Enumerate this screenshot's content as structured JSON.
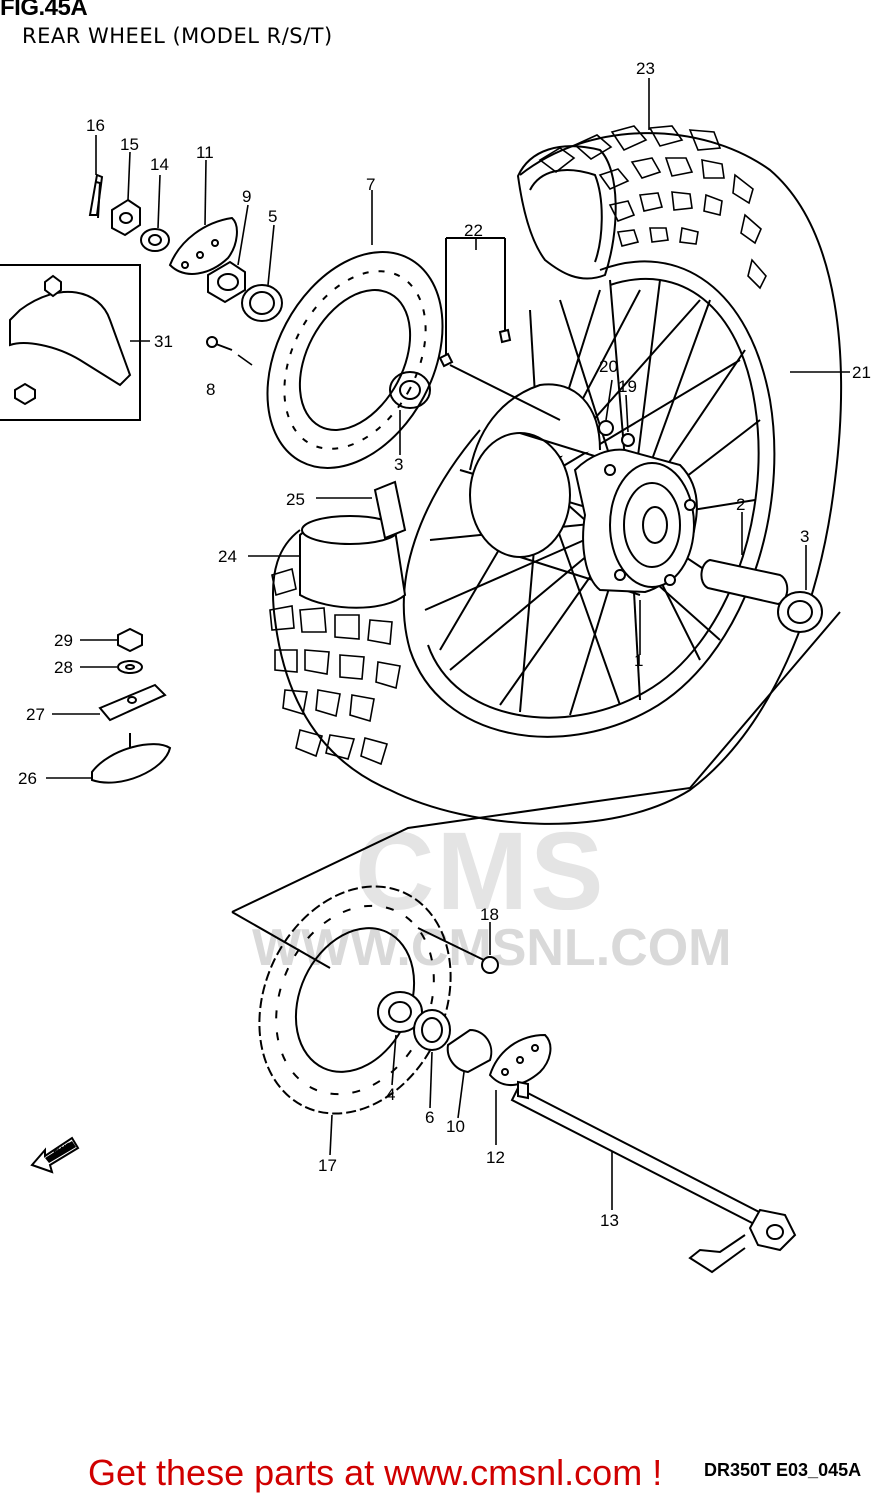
{
  "header": {
    "figure": "FIG.45A",
    "subtitle": "REAR WHEEL (MODEL R/S/T)"
  },
  "watermark": {
    "logo": "CMS",
    "url": "WWW.CMSNL.COM"
  },
  "fwd_icon": {
    "label": "FWD",
    "icon": "forward-arrow-icon"
  },
  "footer": {
    "link": "Get these parts at www.cmsnl.com !",
    "code": "DR350T E03_045A"
  },
  "colors": {
    "footer_link": "#d00000",
    "watermark": "#dcdcdc",
    "ink": "#000000"
  },
  "callouts": {
    "c1": "1",
    "c2": "2",
    "c3a": "3",
    "c3b": "3",
    "c4": "4",
    "c5": "5",
    "c6": "6",
    "c7": "7",
    "c8": "8",
    "c9": "9",
    "c10": "10",
    "c11": "11",
    "c12": "12",
    "c13": "13",
    "c14": "14",
    "c15": "15",
    "c16": "16",
    "c17": "17",
    "c18": "18",
    "c19": "19",
    "c20": "20",
    "c21": "21",
    "c22": "22",
    "c23": "23",
    "c24": "24",
    "c25": "25",
    "c26": "26",
    "c27": "27",
    "c28": "28",
    "c29": "29",
    "c31": "31"
  }
}
